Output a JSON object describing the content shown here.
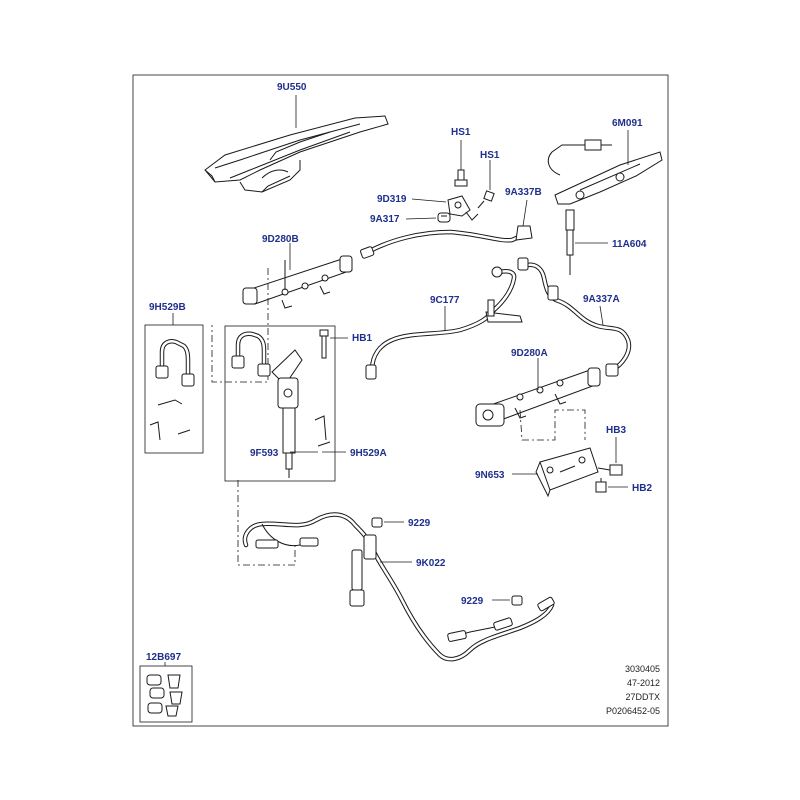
{
  "parts": [
    {
      "id": "9U550",
      "label": "9U550"
    },
    {
      "id": "HS1_a",
      "label": "HS1"
    },
    {
      "id": "HS1_b",
      "label": "HS1"
    },
    {
      "id": "6M091",
      "label": "6M091"
    },
    {
      "id": "9D319",
      "label": "9D319"
    },
    {
      "id": "9A337B",
      "label": "9A337B"
    },
    {
      "id": "9A317",
      "label": "9A317"
    },
    {
      "id": "9D280B",
      "label": "9D280B"
    },
    {
      "id": "11A604",
      "label": "11A604"
    },
    {
      "id": "9H529B",
      "label": "9H529B"
    },
    {
      "id": "9C177",
      "label": "9C177"
    },
    {
      "id": "9A337A",
      "label": "9A337A"
    },
    {
      "id": "HB1",
      "label": "HB1"
    },
    {
      "id": "9D280A",
      "label": "9D280A"
    },
    {
      "id": "9F593",
      "label": "9F593"
    },
    {
      "id": "9H529A",
      "label": "9H529A"
    },
    {
      "id": "HB3",
      "label": "HB3"
    },
    {
      "id": "9N653",
      "label": "9N653"
    },
    {
      "id": "HB2",
      "label": "HB2"
    },
    {
      "id": "9229_a",
      "label": "9229"
    },
    {
      "id": "9K022",
      "label": "9K022"
    },
    {
      "id": "9229_b",
      "label": "9229"
    },
    {
      "id": "12B697",
      "label": "12B697"
    }
  ],
  "reference": {
    "line1": "3030405",
    "line2": "47-2012",
    "line3": "27DDTX",
    "line4": "P0206452-05"
  }
}
